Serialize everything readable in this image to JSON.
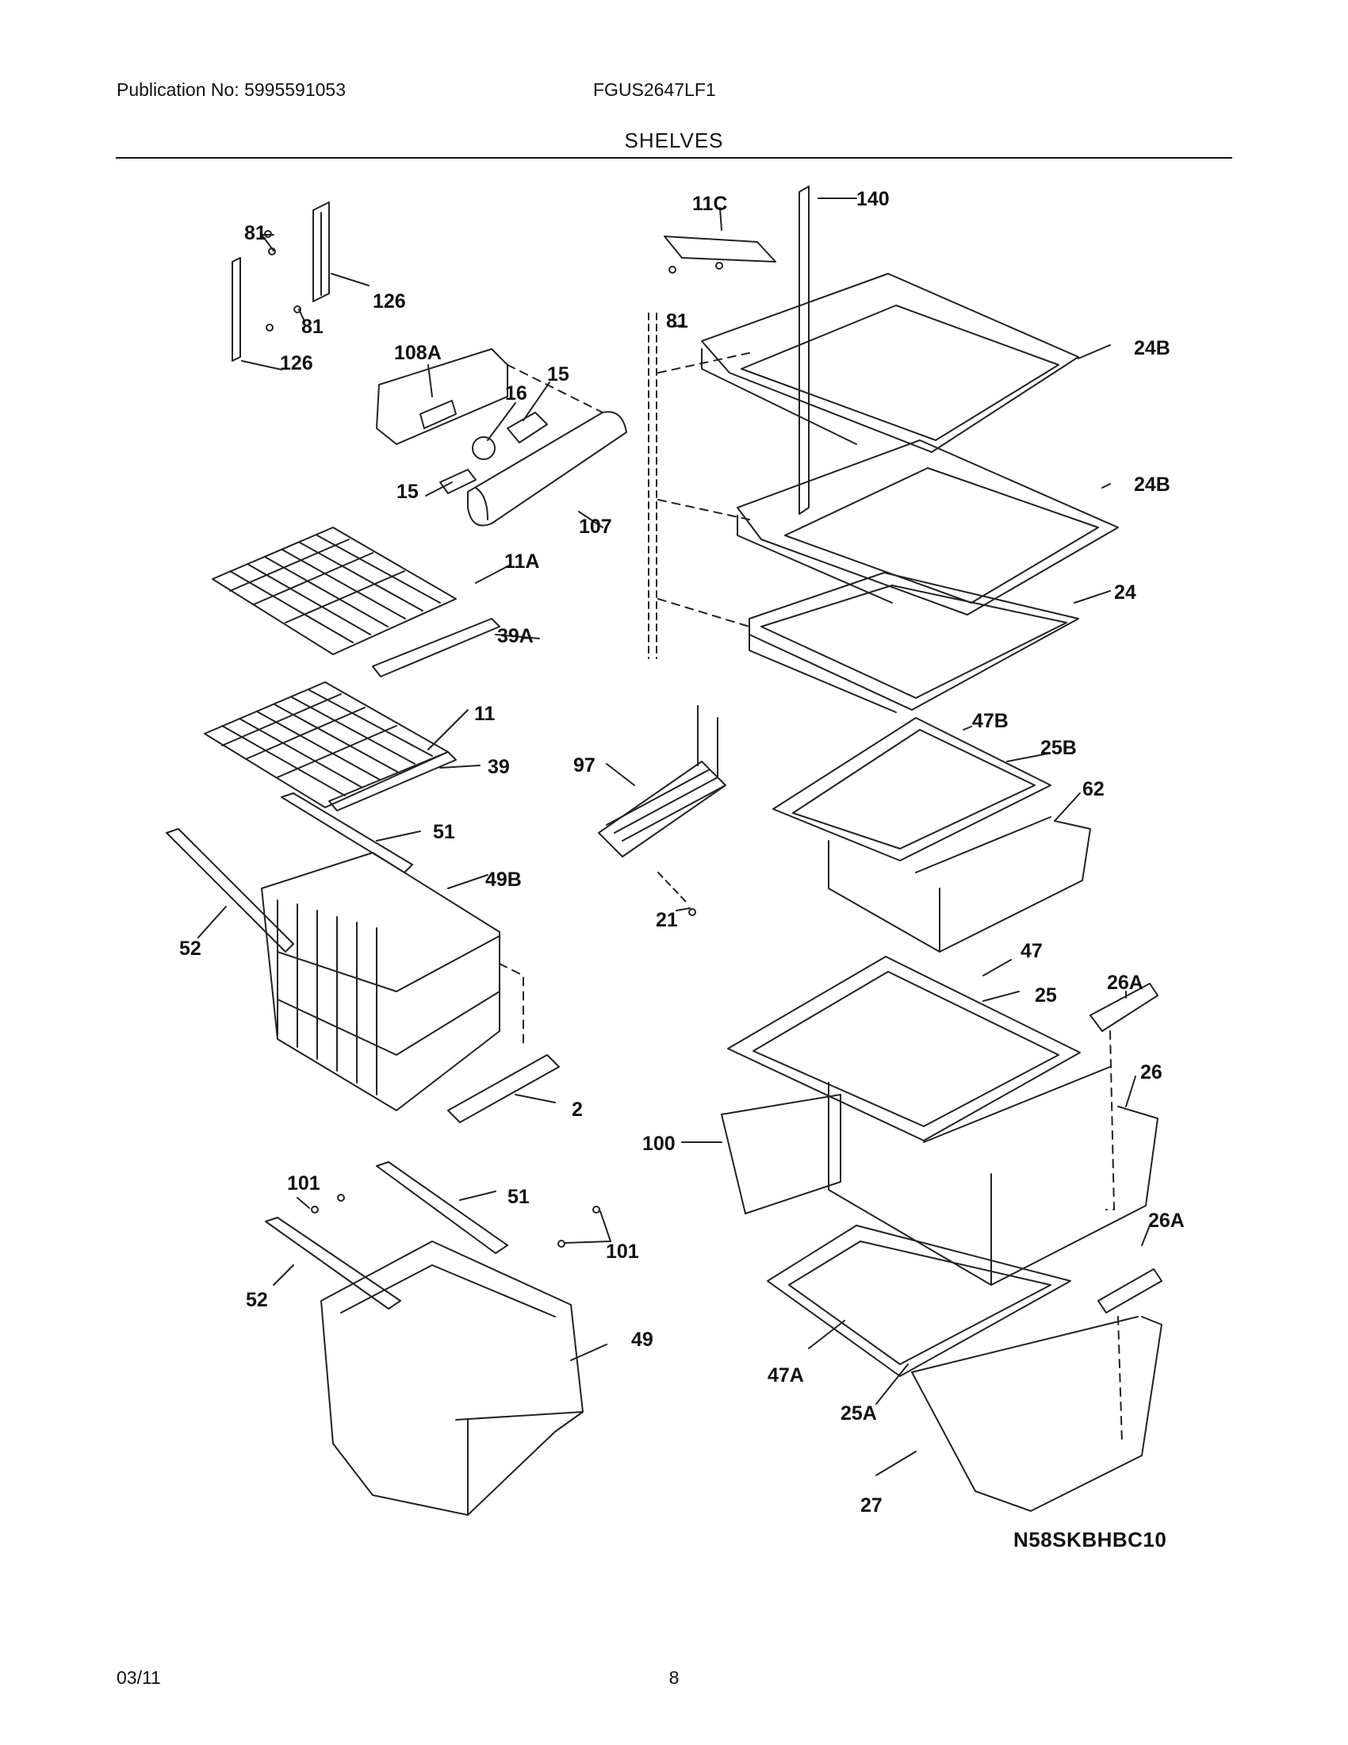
{
  "header": {
    "publication": "Publication No: 5995591053",
    "model": "FGUS2647LF1",
    "title": "SHELVES"
  },
  "diagram": {
    "code": "N58SKBHBC10",
    "callouts": [
      {
        "id": "c81a",
        "text": "81"
      },
      {
        "id": "c126a",
        "text": "126"
      },
      {
        "id": "c81b",
        "text": "81"
      },
      {
        "id": "c126b",
        "text": "126"
      },
      {
        "id": "c108A",
        "text": "108A"
      },
      {
        "id": "c15a",
        "text": "15"
      },
      {
        "id": "c16",
        "text": "16"
      },
      {
        "id": "c15b",
        "text": "15"
      },
      {
        "id": "c107",
        "text": "107"
      },
      {
        "id": "c11A",
        "text": "11A"
      },
      {
        "id": "c39A",
        "text": "39A"
      },
      {
        "id": "c11",
        "text": "11"
      },
      {
        "id": "c39",
        "text": "39"
      },
      {
        "id": "c51a",
        "text": "51"
      },
      {
        "id": "c49B",
        "text": "49B"
      },
      {
        "id": "c52a",
        "text": "52"
      },
      {
        "id": "c2",
        "text": "2"
      },
      {
        "id": "c101a",
        "text": "101"
      },
      {
        "id": "c51b",
        "text": "51"
      },
      {
        "id": "c101b",
        "text": "101"
      },
      {
        "id": "c52b",
        "text": "52"
      },
      {
        "id": "c49",
        "text": "49"
      },
      {
        "id": "c11C",
        "text": "11C"
      },
      {
        "id": "c140",
        "text": "140"
      },
      {
        "id": "c81c",
        "text": "81"
      },
      {
        "id": "c24Ba",
        "text": "24B"
      },
      {
        "id": "c24Bb",
        "text": "24B"
      },
      {
        "id": "c24",
        "text": "24"
      },
      {
        "id": "c97",
        "text": "97"
      },
      {
        "id": "c21",
        "text": "21"
      },
      {
        "id": "c47B",
        "text": "47B"
      },
      {
        "id": "c25B",
        "text": "25B"
      },
      {
        "id": "c62",
        "text": "62"
      },
      {
        "id": "c47",
        "text": "47"
      },
      {
        "id": "c25",
        "text": "25"
      },
      {
        "id": "c26Aa",
        "text": "26A"
      },
      {
        "id": "c26",
        "text": "26"
      },
      {
        "id": "c100",
        "text": "100"
      },
      {
        "id": "c26Ab",
        "text": "26A"
      },
      {
        "id": "c47A",
        "text": "47A"
      },
      {
        "id": "c25A",
        "text": "25A"
      },
      {
        "id": "c27",
        "text": "27"
      }
    ]
  },
  "footer": {
    "date": "03/11",
    "page": "8"
  }
}
